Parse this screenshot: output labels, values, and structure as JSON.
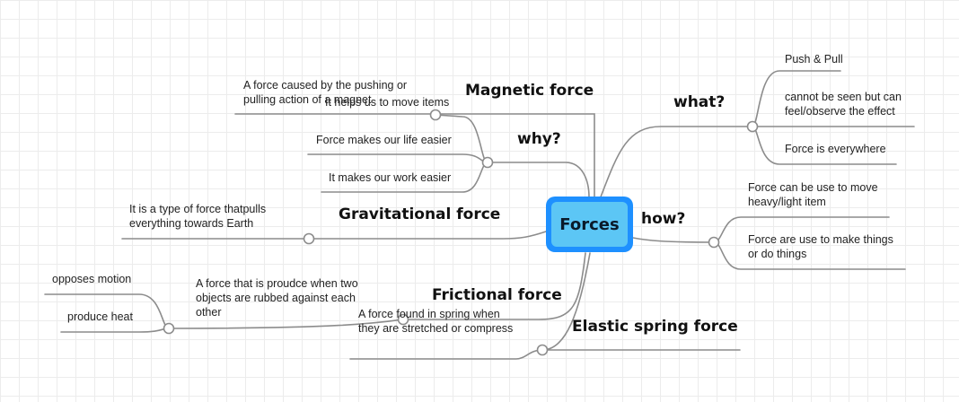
{
  "colors": {
    "line": "#8c8c8c",
    "root_border": "#1e90ff",
    "root_fill": "#5cc6f5"
  },
  "root": {
    "label": "Forces"
  },
  "branches": {
    "what": {
      "label": "what?",
      "children": [
        "Push & Pull",
        "cannot be seen but can feel/observe the effect",
        "Force is everywhere"
      ]
    },
    "how": {
      "label": "how?",
      "children": [
        "Force can be use to move heavy/light item",
        "Force are use to make things or do things"
      ]
    },
    "why": {
      "label": "why?",
      "children": [
        "It helps us to move items",
        "Force makes our life easier",
        "It makes our work easier"
      ]
    },
    "magnetic": {
      "label": "Magnetic force",
      "description": "A force caused by the pushing or pulling action of a magnet"
    },
    "gravitational": {
      "label": "Gravitational force",
      "description": "It is a type of force thatpulls everything towards Earth"
    },
    "frictional": {
      "label": "Frictional force",
      "description": "A force that is proudce when two objects are rubbed against each other",
      "children": [
        "opposes motion",
        "produce heat"
      ]
    },
    "elastic": {
      "label": "Elastic spring force",
      "description": "A force found in spring when they are stretched or compress"
    }
  }
}
